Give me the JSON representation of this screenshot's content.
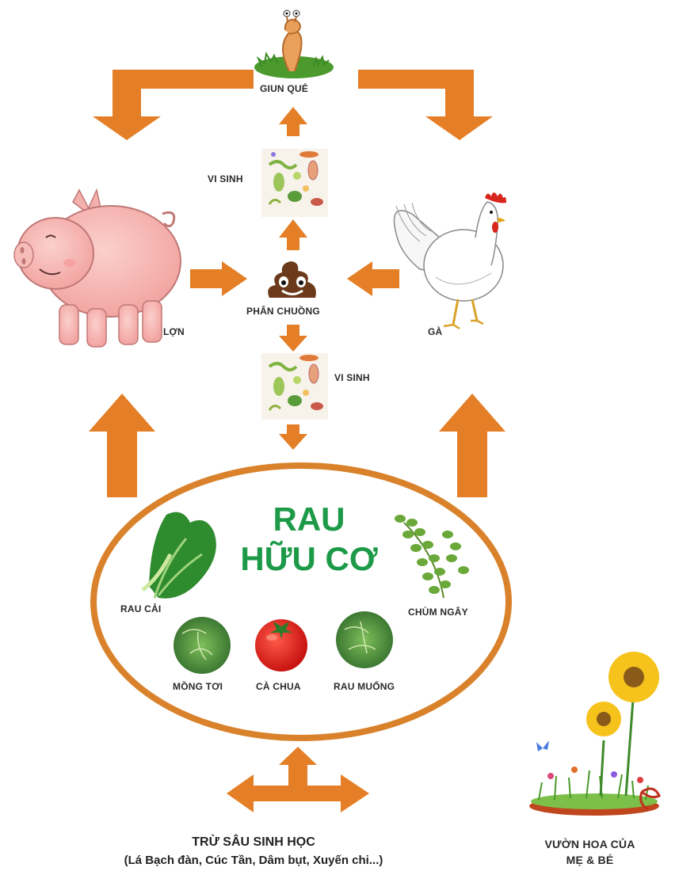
{
  "title": {
    "line1": "RAU",
    "line2": "HỮU CƠ"
  },
  "nodes": {
    "giun_que": "GIUN QUÉ",
    "vi_sinh_top": "VI SINH",
    "phan_chuong": "PHÂN CHUỒNG",
    "vi_sinh_bottom": "VI SINH",
    "lon": "LỢN",
    "ga": "GÀ"
  },
  "vegetables": {
    "rau_cai": "RAU CẢI",
    "chum_ngay": "CHÙM NGÂY",
    "mong_toi": "MỒNG TƠI",
    "ca_chua": "CÀ CHUA",
    "rau_muong": "RAU MUỐNG"
  },
  "bottom": {
    "line1": "TRỪ SÂU SINH HỌC",
    "line2": "(Lá Bạch đàn, Cúc Tần, Dâm bụt, Xuyến chi...)"
  },
  "garden": {
    "line1": "VƯỜN HOA CỦA",
    "line2": "MẸ & BÉ"
  },
  "colors": {
    "arrow": "#e47f27",
    "title": "#1d9a48",
    "ellipse": "#d9822b"
  }
}
